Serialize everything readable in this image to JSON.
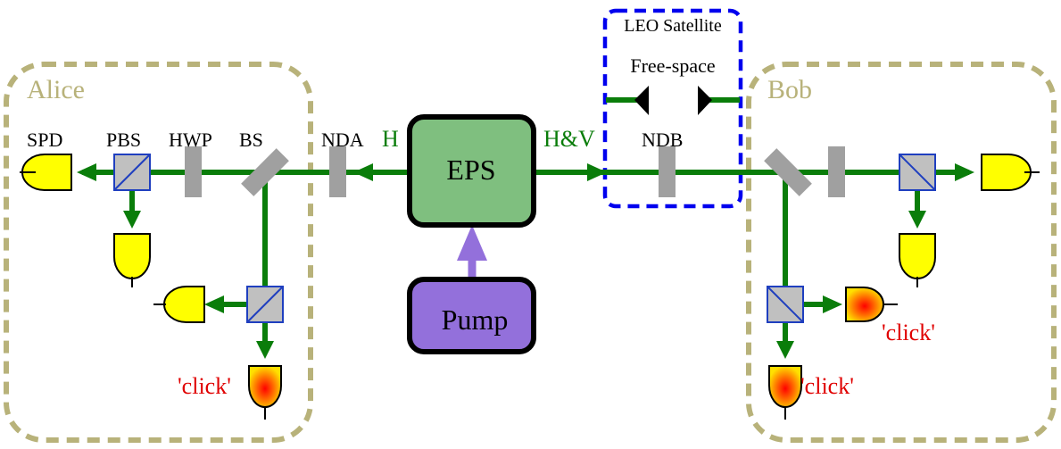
{
  "alice": {
    "title": "Alice",
    "labels": {
      "spd": "SPD",
      "pbs": "PBS",
      "hwp": "HWP",
      "bs": "BS"
    },
    "click": "'click'"
  },
  "bob": {
    "title": "Bob",
    "click_right": "'click'",
    "click_bottom": "'click'"
  },
  "center": {
    "nda": "NDA",
    "h": "H",
    "eps": "EPS",
    "hv": "H&V",
    "ndb": "NDB",
    "pump": "Pump"
  },
  "satellite": {
    "title": "LEO Satellite",
    "subtitle": "Free-space"
  },
  "colors": {
    "beam": "#0a7d0a",
    "pump_beam": "#9370db",
    "party_box": "#b8b27a",
    "satellite_box": "#0000ee",
    "eps_fill": "#7fbf7f",
    "pump_fill": "#9370db",
    "detector": "#ffff00",
    "click_text": "#e00000",
    "optic_gray": "#a0a0a0"
  }
}
